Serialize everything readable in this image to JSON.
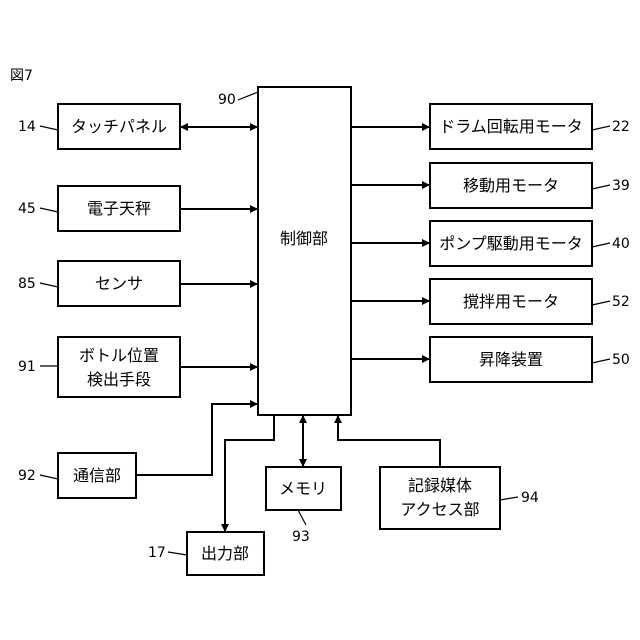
{
  "figure_label": "図7",
  "controller": {
    "ref": "90",
    "label": "制御部"
  },
  "inputs": [
    {
      "ref": "14",
      "label": "タッチパネル"
    },
    {
      "ref": "45",
      "label": "電子天秤"
    },
    {
      "ref": "85",
      "label": "センサ"
    },
    {
      "ref": "91",
      "label_line1": "ボトル位置",
      "label_line2": "検出手段"
    },
    {
      "ref": "92",
      "label": "通信部"
    }
  ],
  "outputs": [
    {
      "ref": "22",
      "label": "ドラム回転用モータ"
    },
    {
      "ref": "39",
      "label": "移動用モータ"
    },
    {
      "ref": "40",
      "label": "ポンプ駆動用モータ"
    },
    {
      "ref": "52",
      "label": "撹拌用モータ"
    },
    {
      "ref": "50",
      "label": "昇降装置"
    }
  ],
  "bottom": [
    {
      "ref": "93",
      "label": "メモリ"
    },
    {
      "ref": "94",
      "label_line1": "記録媒体",
      "label_line2": "アクセス部"
    },
    {
      "ref": "17",
      "label": "出力部"
    }
  ]
}
